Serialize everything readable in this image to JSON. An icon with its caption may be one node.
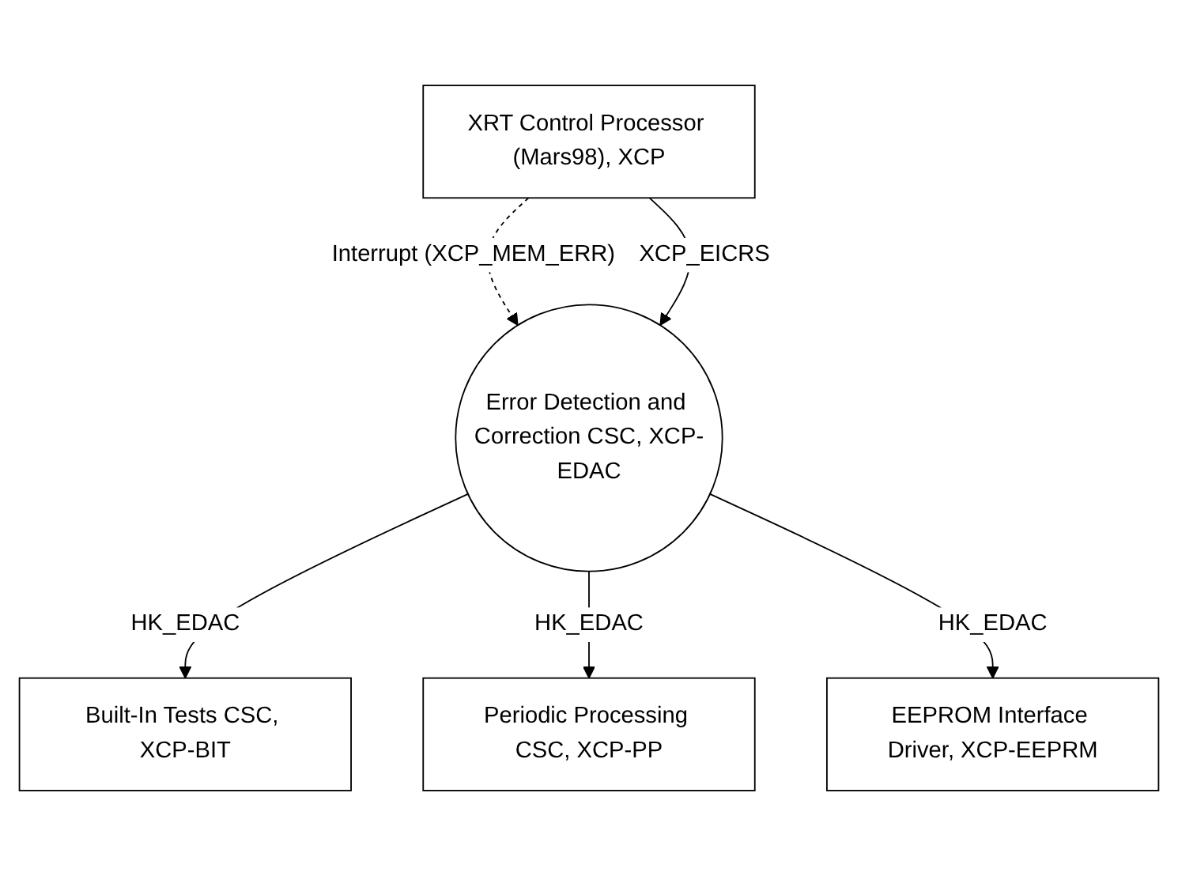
{
  "diagram": {
    "nodes": [
      {
        "text": [
          "XRT Control Processor (Mars98), XCP"
        ]
      },
      {
        "text": [
          "Error Detection and Correction CSC, XCP-EDAC"
        ]
      },
      {
        "text": [
          "Built-In Tests CSC, XCP-BIT"
        ]
      },
      {
        "text": [
          "Periodic Processing CSC, XCP-PP"
        ]
      },
      {
        "text": [
          "EEPROM Interface Driver, XCP-EEPRM"
        ]
      }
    ],
    "edges": [
      {
        "from": 0,
        "to": 1,
        "arrow": "to",
        "label": "Interrupt (XCP_MEM_ERR)",
        "style": "dashed"
      },
      {
        "from": 0,
        "to": 1,
        "arrow": "to",
        "label": "XCP_EICRS"
      },
      {
        "from": 1,
        "to": 2,
        "arrow": "to",
        "label": "HK_EDAC"
      },
      {
        "from": 1,
        "to": 3,
        "arrow": "to",
        "label": "HK_EDAC"
      },
      {
        "from": 1,
        "to": 4,
        "arrow": "to",
        "label": "HK_EDAC"
      }
    ]
  }
}
